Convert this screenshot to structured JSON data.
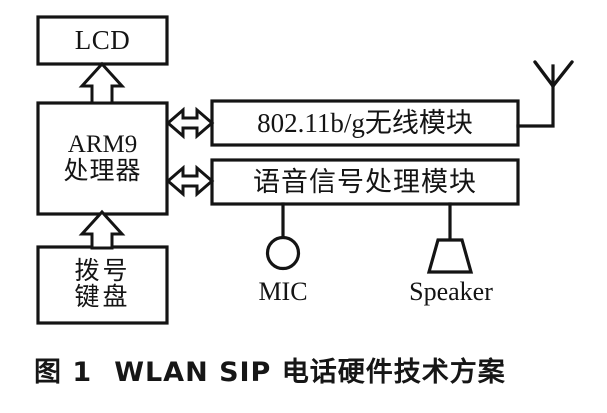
{
  "figure": {
    "caption_number": "图 1",
    "caption_text": "WLAN SIP 电话硬件技术方案"
  },
  "blocks": {
    "lcd": {
      "label": "LCD"
    },
    "processor": {
      "line1": "ARM9",
      "line2": "处理器"
    },
    "keypad": {
      "line1": "拨号",
      "line2": "键盘"
    },
    "wireless_module": {
      "label": "802.11b/g无线模块"
    },
    "voice_module": {
      "label": "语音信号处理模块"
    }
  },
  "peripherals": {
    "mic": {
      "label": "MIC",
      "icon": "circle-mic-icon"
    },
    "speaker": {
      "label": "Speaker",
      "icon": "trapezoid-speaker-icon"
    },
    "antenna": {
      "icon": "antenna-icon"
    }
  },
  "connectors": {
    "processor_to_lcd": "block-arrow-up-icon",
    "keypad_to_processor": "block-arrow-up-icon",
    "processor_to_wireless": "block-arrow-double-icon",
    "processor_to_voice": "block-arrow-double-icon",
    "wireless_to_antenna": "plain-line",
    "voice_to_mic": "plain-line",
    "voice_to_speaker": "plain-line"
  },
  "colors": {
    "stroke": "#141414",
    "fill": "#ffffff",
    "text": "#141414"
  }
}
